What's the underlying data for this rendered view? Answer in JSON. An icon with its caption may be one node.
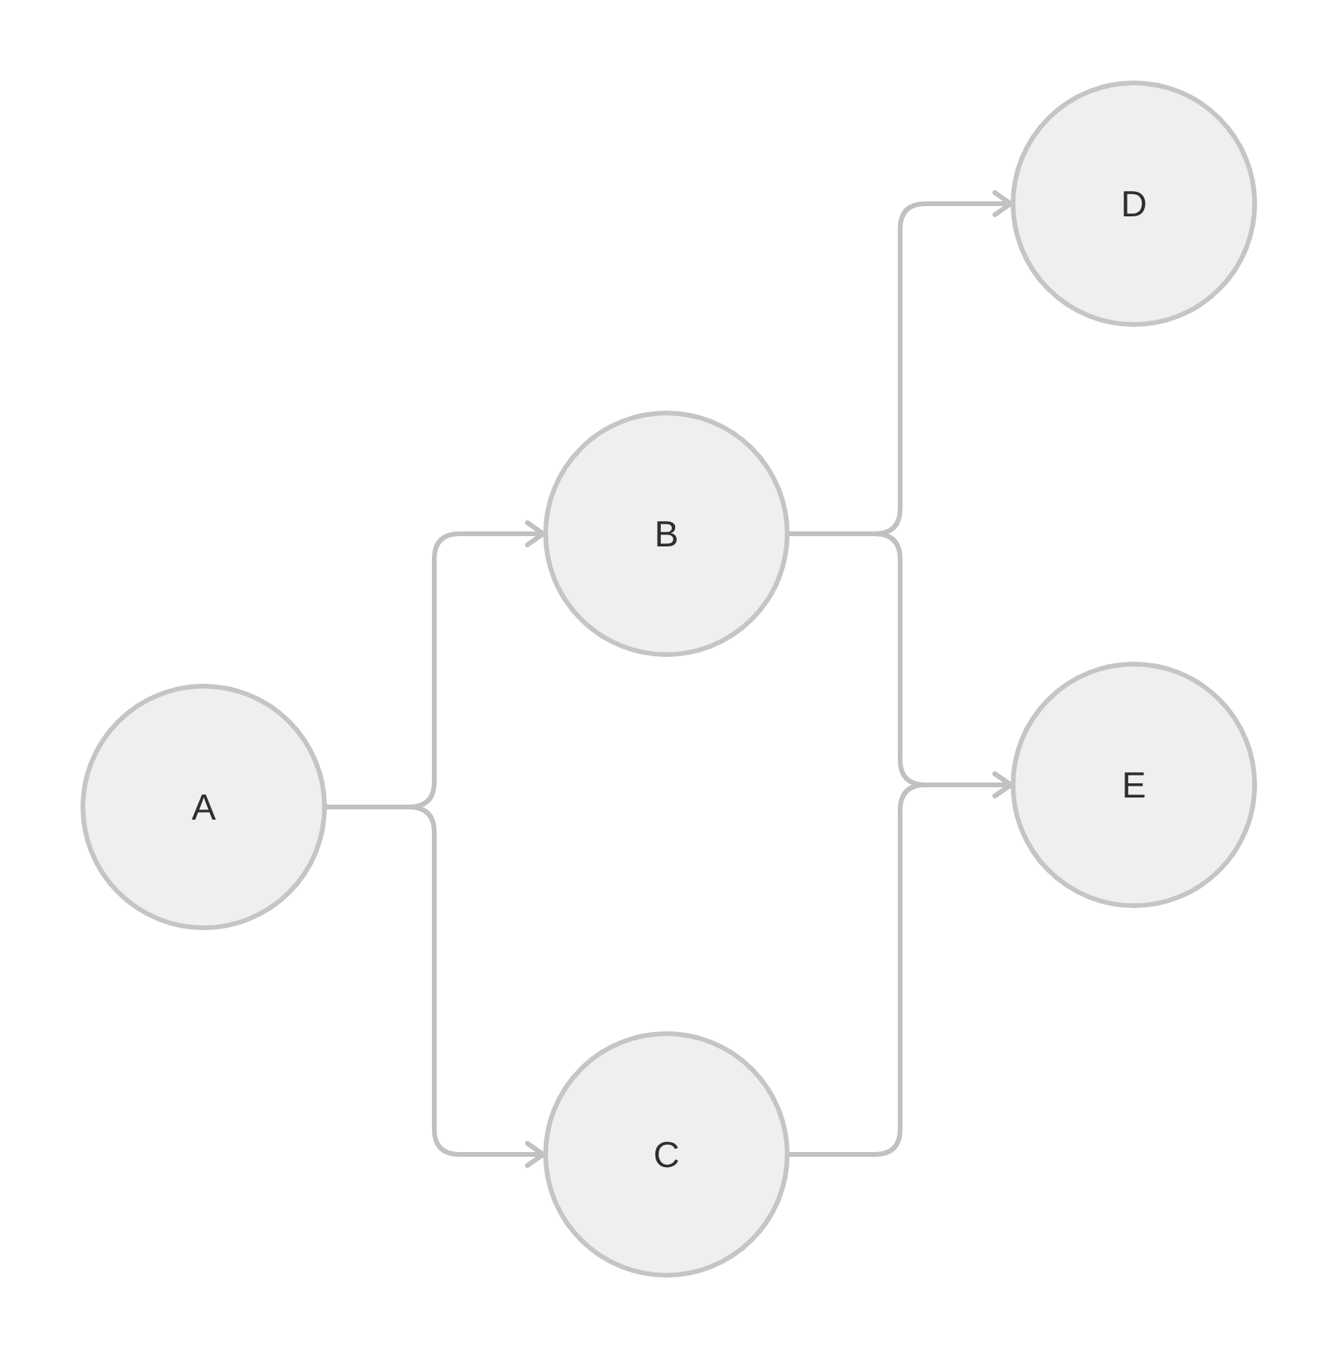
{
  "diagram": {
    "nodes": [
      {
        "text": [
          "A"
        ]
      },
      {
        "text": [
          "B"
        ]
      },
      {
        "text": [
          "C"
        ]
      },
      {
        "text": [
          "D"
        ]
      },
      {
        "text": [
          "E"
        ]
      }
    ],
    "edges": [
      {
        "from": 0,
        "to": 1,
        "arrow": "to"
      },
      {
        "from": 0,
        "to": 2,
        "arrow": "to"
      },
      {
        "from": 1,
        "to": 3,
        "arrow": "to"
      },
      {
        "from": 1,
        "to": 4,
        "arrow": "to"
      },
      {
        "from": 2,
        "to": 4,
        "arrow": "to"
      }
    ]
  }
}
